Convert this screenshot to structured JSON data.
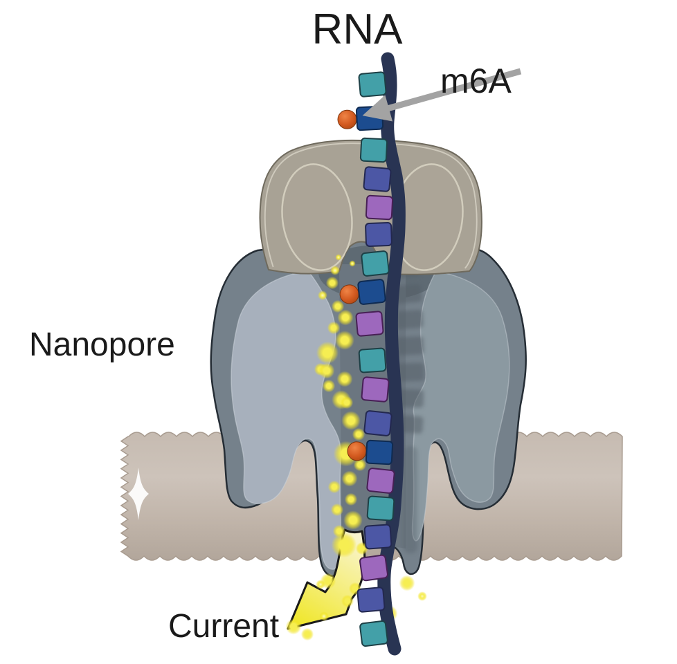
{
  "figure": {
    "title": "RNA",
    "labels": {
      "rna": "RNA",
      "m6a": "m6A",
      "nanopore": "Nanopore",
      "current": "Current"
    },
    "colors": {
      "background": "#ffffff",
      "text": "#1a1a1a",
      "membrane_fill_top": "#c6bbb1",
      "membrane_fill_mid": "#cdc3ba",
      "membrane_fill_low": "#c0b4a9",
      "membrane_fill_bottom": "#b2a69b",
      "membrane_edge": "#a89b8f",
      "sparkle": "#ffffff",
      "pore_body": "#75818b",
      "pore_outline": "#252d35",
      "pore_lobe_left": "#a7b0bc",
      "pore_lobe_right": "#8b99a1",
      "pore_lobe_edge": "#ccd3da",
      "channel": "#6b7680",
      "channel_collar": "#5e6a73",
      "channel_shadow": "#545f68",
      "motor_body": "#a8a295",
      "motor_oval": "#aba497",
      "motor_outline": "#6f6a5d",
      "motor_inner_line": "#d8d4c7",
      "motor_oval_line": "#d2cdbd",
      "backbone": "#293453",
      "nucleotide_teal": "#43a0a8",
      "nucleotide_blue": "#1c4c8f",
      "nucleotide_indigo": "#4c57a5",
      "nucleotide_purple": "#9d68bd",
      "m6a_ball_light": "#ef8446",
      "m6a_ball": "#d2591f",
      "m6a_ball_dark": "#a5430f",
      "m6a_stem": "#c65a25",
      "ion_dot": "#f2e427",
      "ion_dot_core": "#f6ee52",
      "pointer_arrow_gray": "#a3a3a3",
      "current_arrow_start": "#f9f5d8",
      "current_arrow_mid": "#f5ee7e",
      "current_arrow_end": "#f0e72e",
      "current_arrow_outline": "#1a1a1a"
    },
    "rna_strand": {
      "description": "single-stranded RNA threaded through motor protein and nanopore",
      "sequence": [
        {
          "base": "teal"
        },
        {
          "base": "blue",
          "m6a": true
        },
        {
          "base": "teal"
        },
        {
          "base": "indigo"
        },
        {
          "base": "purple"
        },
        {
          "base": "indigo"
        },
        {
          "base": "teal"
        },
        {
          "base": "blue",
          "m6a": true
        },
        {
          "base": "purple"
        },
        {
          "base": "teal"
        },
        {
          "base": "purple"
        },
        {
          "base": "indigo"
        },
        {
          "base": "blue",
          "m6a": true
        },
        {
          "base": "purple"
        },
        {
          "base": "teal"
        },
        {
          "base": "indigo"
        },
        {
          "base": "purple"
        },
        {
          "base": "indigo"
        },
        {
          "base": "teal"
        }
      ]
    }
  }
}
